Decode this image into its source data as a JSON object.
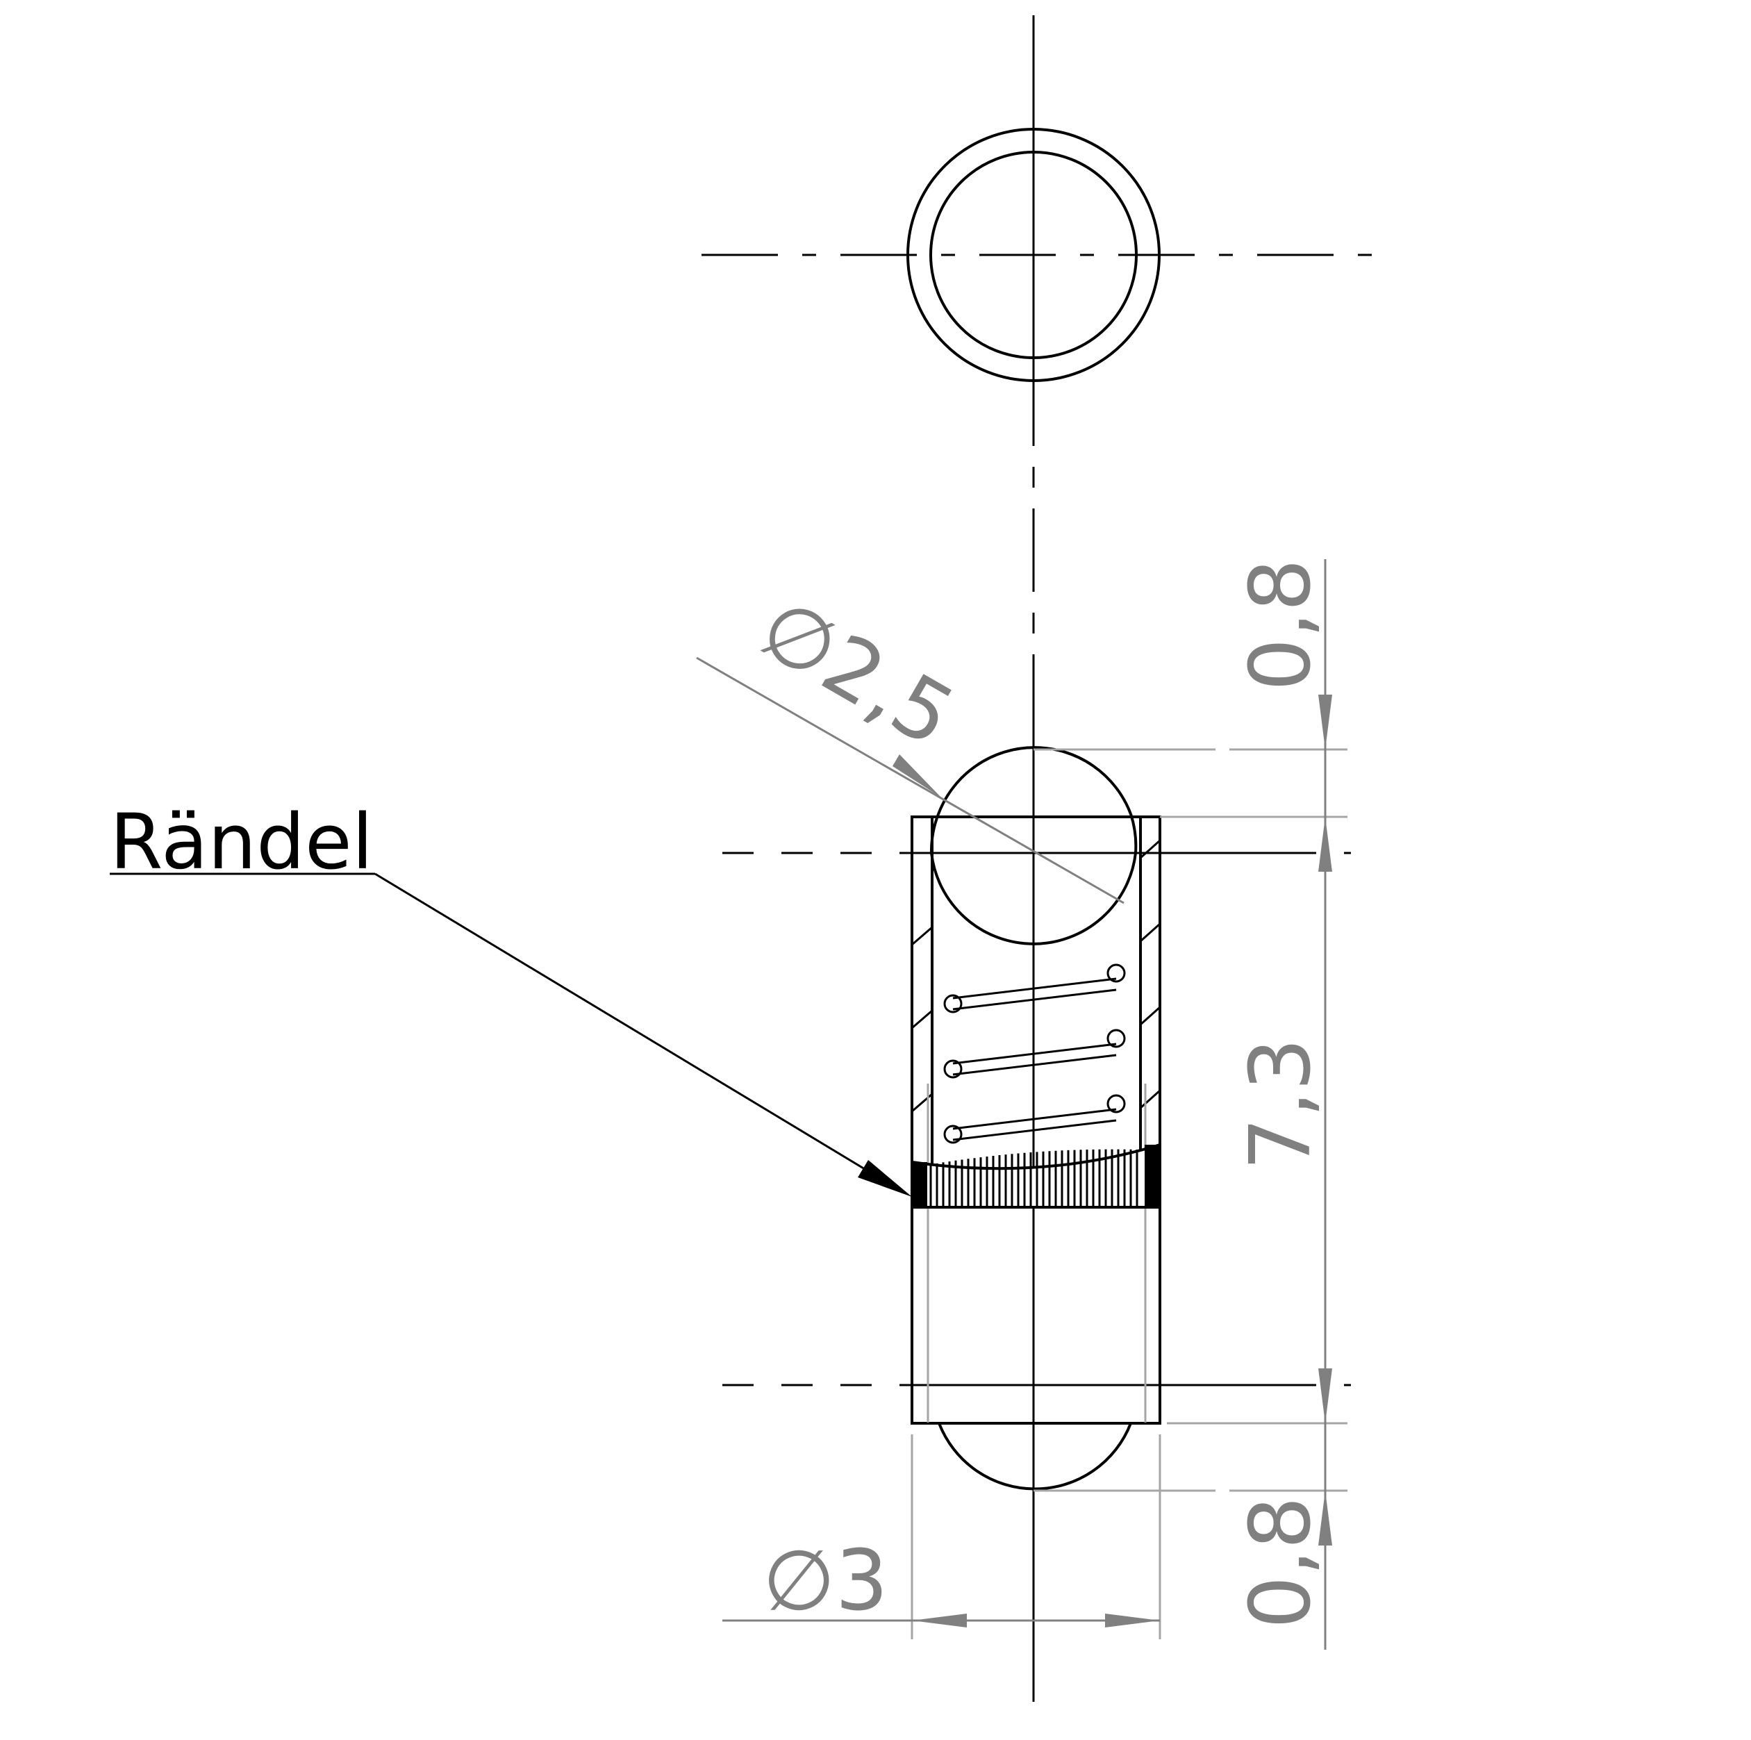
{
  "label": {
    "text": "Rändel"
  },
  "dimensions": {
    "ball_diameter": "∅2,5",
    "body_diameter": "∅3",
    "top_protrusion": "0,8",
    "body_length": "7,3",
    "bottom_protrusion": "0,8"
  },
  "colors": {
    "line": "#000000",
    "dimension": "#808080",
    "extension": "#a6a6a6"
  }
}
